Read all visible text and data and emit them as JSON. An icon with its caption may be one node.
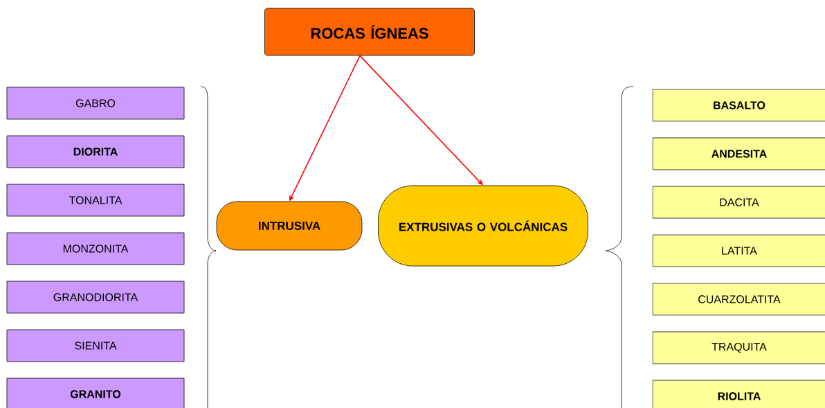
{
  "diagram": {
    "nodes": [
      {
        "text": [
          "ROCAS  ÍGNEAS"
        ]
      },
      {
        "text": [
          "INTRUSIVA"
        ]
      },
      {
        "text": [
          "EXTRUSIVAS O VOLCÁNICAS"
        ]
      },
      {
        "text": [
          "GABRO"
        ]
      },
      {
        "text": [
          "DIORITA"
        ]
      },
      {
        "text": [
          "TONALITA"
        ]
      },
      {
        "text": [
          "MONZONITA"
        ]
      },
      {
        "text": [
          "GRANODIORITA"
        ]
      },
      {
        "text": [
          "SIENITA"
        ]
      },
      {
        "text": [
          "GRANITO"
        ]
      },
      {
        "text": [
          "BASALTO"
        ]
      },
      {
        "text": [
          "ANDESITA"
        ]
      },
      {
        "text": [
          "DACITA"
        ]
      },
      {
        "text": [
          "LATITA"
        ]
      },
      {
        "text": [
          "CUARZOLATITA"
        ]
      },
      {
        "text": [
          "TRAQUITA"
        ]
      },
      {
        "text": [
          "RIOLITA"
        ]
      }
    ],
    "edges": [
      {
        "from": 0,
        "to": 1,
        "arrow": "to"
      },
      {
        "from": 0,
        "to": 2,
        "arrow": "to"
      }
    ]
  }
}
